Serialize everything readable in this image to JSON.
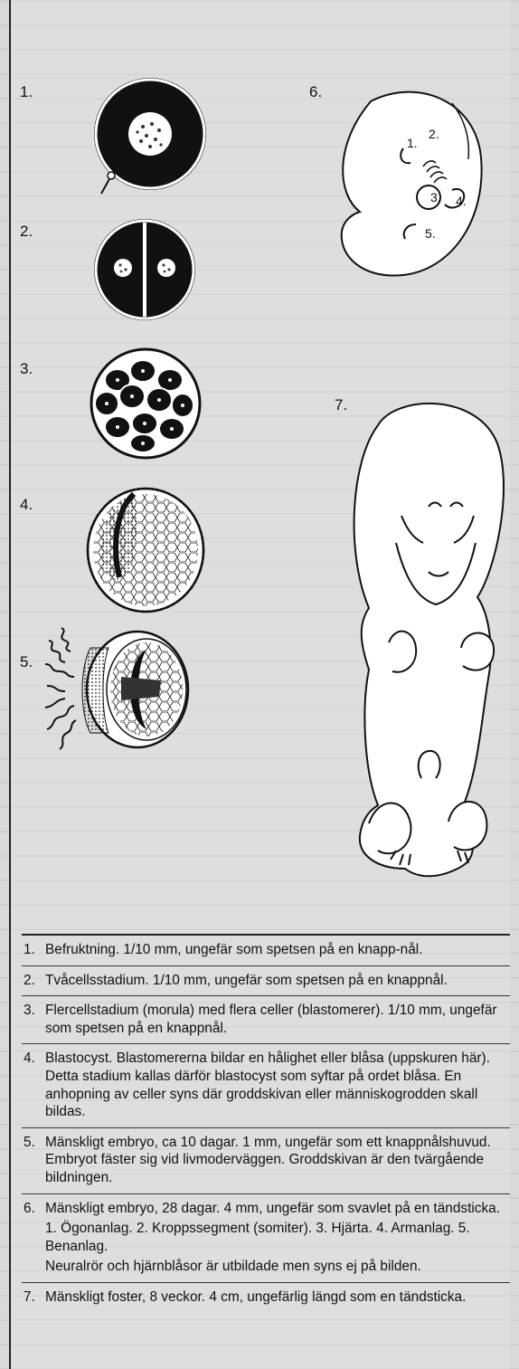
{
  "figure_labels": {
    "f1": "1.",
    "f2": "2.",
    "f3": "3.",
    "f4": "4.",
    "f5": "5.",
    "f6": "6.",
    "f7": "7."
  },
  "embryo_parts": {
    "p1": "1.",
    "p2": "2.",
    "p3": "3.",
    "p4": "4.",
    "p5": "5."
  },
  "captions": [
    {
      "num": "1.",
      "text": "Befruktning. 1/10 mm, ungefär som spetsen på en knapp-nål."
    },
    {
      "num": "2.",
      "text": "Tvåcellsstadium. 1/10 mm, ungefär som spetsen på en knappnål."
    },
    {
      "num": "3.",
      "text": "Flercellstadium (morula) med flera celler (blastomerer). 1/10 mm, ungefär som spetsen på en knappnål."
    },
    {
      "num": "4.",
      "text": "Blastocyst. Blastomererna bildar en hålighet eller blåsa (uppskuren här). Detta stadium kallas därför blastocyst som syftar på ordet blåsa. En anhopning av celler syns där groddskivan eller människogrodden skall bildas."
    },
    {
      "num": "5.",
      "text": "Mänskligt embryo, ca 10 dagar. 1 mm, ungefär som ett knappnålshuvud. Embryot fäster sig vid livmoderväggen. Groddskivan är den tvärgående bildningen."
    },
    {
      "num": "6.",
      "text": "Mänskligt embryo, 28 dagar. 4 mm, ungefär som svavlet på en tändsticka.",
      "text2": "1. Ögonanlag. 2. Kroppssegment (somiter). 3. Hjärta. 4. Armanlag. 5. Benanlag.",
      "text3": "Neuralrör och hjärnblåsor är utbildade men syns ej på bilden."
    },
    {
      "num": "7.",
      "text": "Mänskligt foster, 8 veckor. 4 cm, ungefärlig längd som en tändsticka."
    }
  ]
}
